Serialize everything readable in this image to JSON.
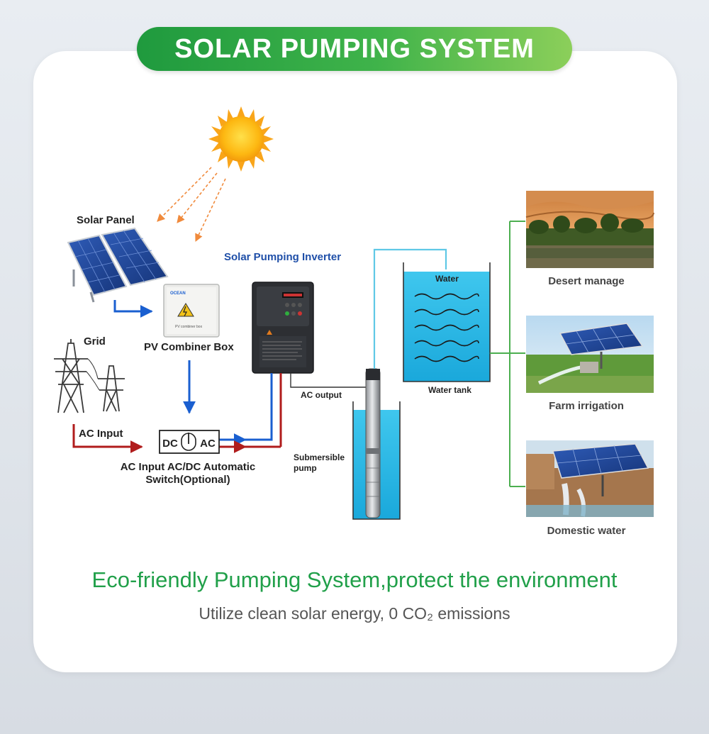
{
  "title": "SOLAR PUMPING SYSTEM",
  "labels": {
    "solar_panel": "Solar Panel",
    "inverter": "Solar Pumping Inverter",
    "combiner_box": "PV Combiner Box",
    "grid": "Grid",
    "ac_input": "AC Input",
    "switch_dc": "DC",
    "switch_ac": "AC",
    "switch_caption_line1": "AC Input AC/DC Automatic",
    "switch_caption_line2": "Switch(Optional)",
    "ac_output": "AC output",
    "pump_line1": "Submersible",
    "pump_line2": "pump",
    "water": "Water",
    "water_tank": "Water tank",
    "box_logo": "OCEAN",
    "box_text": "PV combiner box"
  },
  "applications": [
    {
      "caption": "Desert manage"
    },
    {
      "caption": "Farm irrigation"
    },
    {
      "caption": "Domestic water"
    }
  ],
  "tagline": "Eco-friendly Pumping System,protect the environment",
  "subtagline": "Utilize clean solar energy, 0 CO₂ emissions",
  "colors": {
    "title_green": "#2aa84a",
    "dc_line": "#1a5fd0",
    "ac_line": "#b01c1c",
    "water_line": "#5fc8e6",
    "app_line": "#4caf50",
    "tagline_green": "#21a04a"
  }
}
